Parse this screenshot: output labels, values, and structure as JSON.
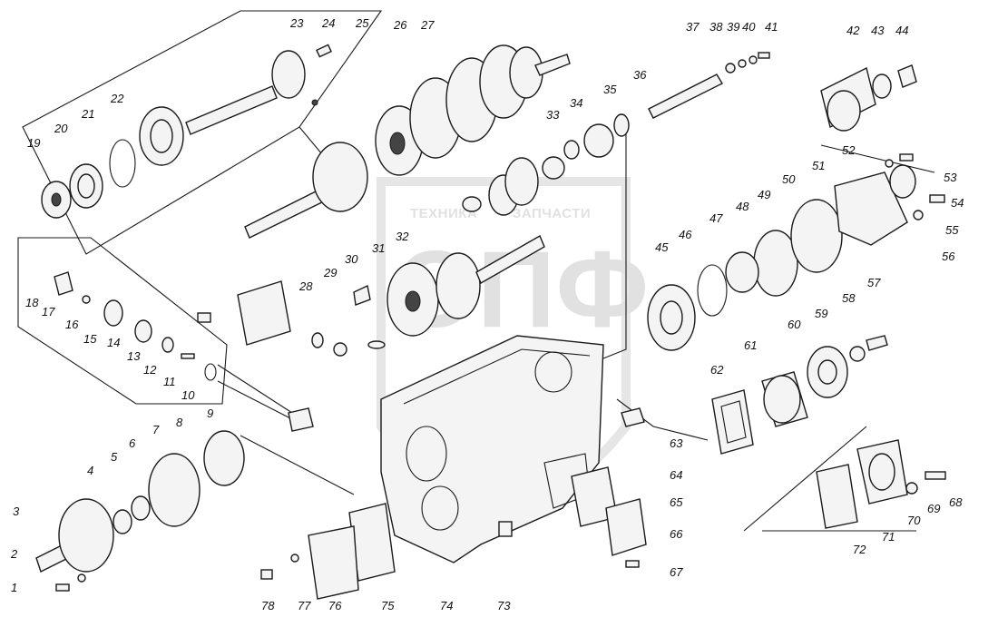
{
  "watermark": {
    "text_left": "ТЕХНИКА",
    "text_right": "ЗАПЧАСТИ",
    "logo_letters": "ЭПФ",
    "color": "#cfcfcf"
  },
  "colors": {
    "ink": "#1a1a1a",
    "background": "#ffffff"
  },
  "callouts": [
    "1",
    "2",
    "3",
    "4",
    "5",
    "6",
    "7",
    "8",
    "9",
    "10",
    "11",
    "12",
    "13",
    "14",
    "15",
    "16",
    "17",
    "18",
    "19",
    "20",
    "21",
    "22",
    "23",
    "24",
    "25",
    "26",
    "27",
    "28",
    "29",
    "30",
    "31",
    "32",
    "33",
    "34",
    "35",
    "36",
    "37",
    "38",
    "39",
    "40",
    "41",
    "42",
    "43",
    "44",
    "45",
    "46",
    "47",
    "48",
    "49",
    "50",
    "51",
    "52",
    "53",
    "54",
    "55",
    "56",
    "57",
    "58",
    "59",
    "60",
    "61",
    "62",
    "63",
    "64",
    "65",
    "66",
    "67",
    "68",
    "69",
    "70",
    "71",
    "72",
    "73",
    "74",
    "75",
    "76",
    "77",
    "78"
  ]
}
